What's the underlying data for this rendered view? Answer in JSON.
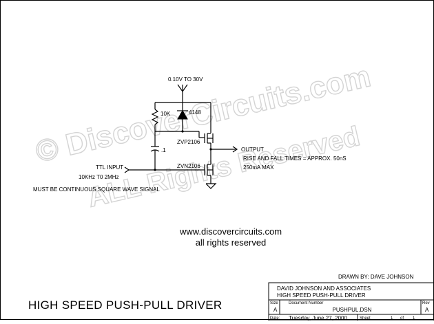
{
  "watermark": {
    "line1": "© DiscoverCircuits.com",
    "line2": "ALL Rights Reserved"
  },
  "supply_label": "0.10V TO 30V",
  "components": {
    "resistor": "10K",
    "diode": "4148",
    "capacitor": ".1",
    "pmos": "ZVP2106",
    "nmos": "ZVN2106"
  },
  "input": {
    "label": "TTL INPUT",
    "freq": "10KHz T0 2MHz",
    "note": "MUST BE CONTINUOUS SQUARE WAVE SIGNAL"
  },
  "output": {
    "label": "OUTPUT",
    "rise_fall": "RISE AND FALL TIMES = APPROX. 50nS",
    "current": "250mA MAX"
  },
  "website": {
    "url": "www.discovercircuits.com",
    "rights": "all rights reserved"
  },
  "drawn_by": "DRAWN BY:  DAVE JOHNSON",
  "main_title": "HIGH SPEED PUSH-PULL DRIVER",
  "title_block": {
    "company": "DAVID JOHNSON AND ASSOCIATES",
    "title": "HIGH SPEED PUSH-PULL DRIVER",
    "size_label": "Size",
    "size_value": "A",
    "doc_label": "Document Number",
    "doc_value": "PUSHPUL.DSN",
    "rev_label": "Rev",
    "rev_value": "A",
    "date_label": "Date:",
    "date_value": "Tuesday, June 27, 2000",
    "sheet_label": "Sheet",
    "sheet_value": "1",
    "of_label": "of",
    "of_value": "1"
  }
}
